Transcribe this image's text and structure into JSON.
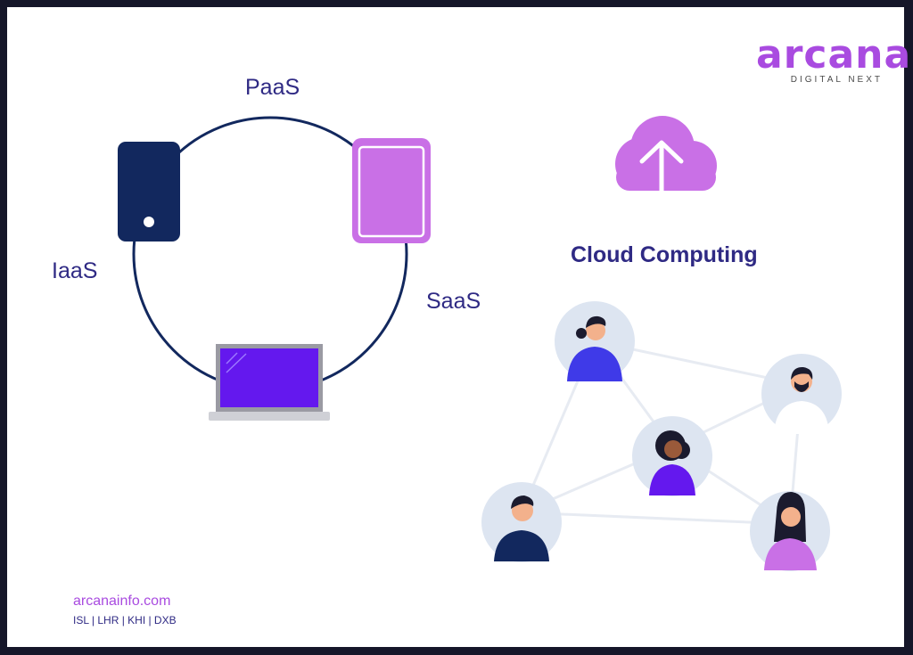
{
  "brand": {
    "name": "arcana",
    "tagline": "DIGITAL NEXT"
  },
  "diagram": {
    "labels": {
      "iaas": "IaaS",
      "paas": "PaaS",
      "saas": "SaaS"
    },
    "title": "Cloud Computing"
  },
  "footer": {
    "url": "arcanainfo.com",
    "locations": "ISL | LHR | KHI | DXB"
  },
  "colors": {
    "navy": "#12285e",
    "purple_light": "#c970e6",
    "purple_dark": "#2f2a84",
    "violet": "#6418ee",
    "people_bg": "#dde5f1"
  }
}
